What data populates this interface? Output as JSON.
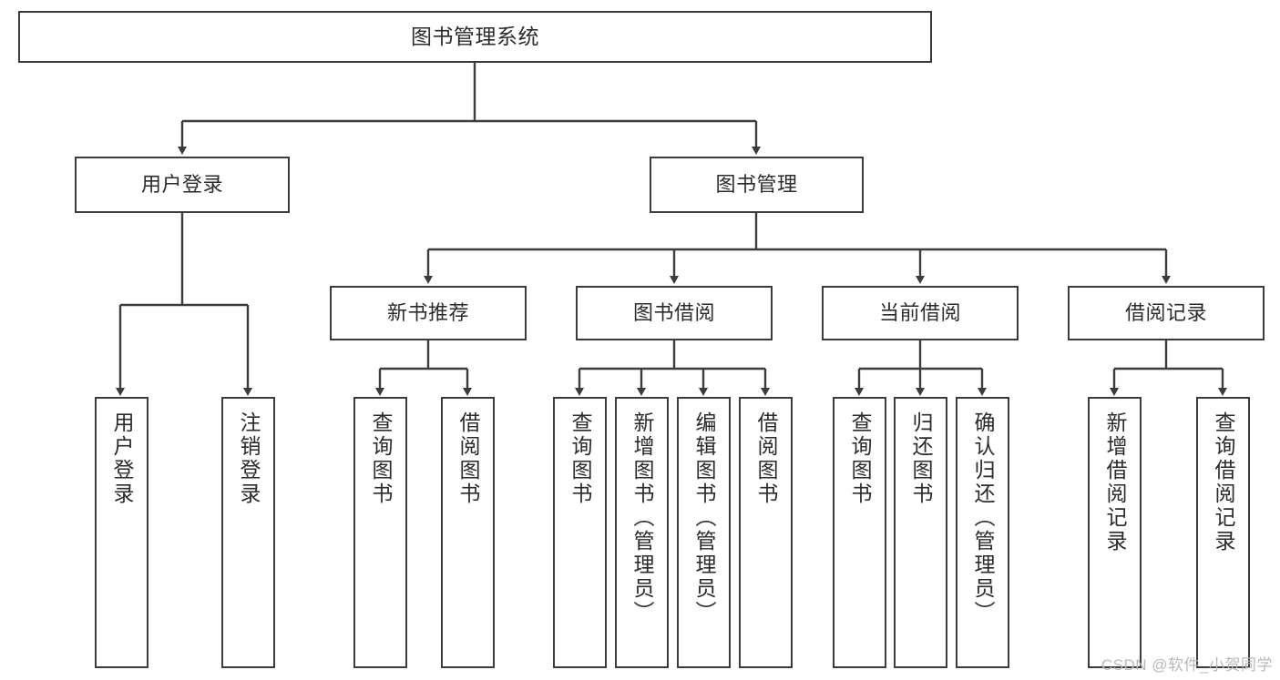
{
  "diagram": {
    "type": "tree-hierarchy",
    "title": "图书管理系统",
    "watermark": "CSDN @软件_小贺同学",
    "colors": {
      "box_border": "#3c3c3c",
      "box_fill": "#ffffff",
      "connector": "#3c3c3c",
      "text": "#2b2b2b",
      "watermark": "#b9b9b9",
      "background": "#ffffff"
    },
    "levels": {
      "root": {
        "label": "图书管理系统"
      },
      "level2": [
        {
          "label": "用户登录"
        },
        {
          "label": "图书管理"
        }
      ],
      "level3": [
        {
          "label": "新书推荐"
        },
        {
          "label": "图书借阅"
        },
        {
          "label": "当前借阅"
        },
        {
          "label": "借阅记录"
        }
      ],
      "level4": {
        "user_login_children": [
          {
            "label": "用户登录"
          },
          {
            "label": "注销登录"
          }
        ],
        "new_book_children": [
          {
            "label": "查询图书"
          },
          {
            "label": "借阅图书"
          }
        ],
        "book_borrow_children": [
          {
            "label": "查询图书"
          },
          {
            "label": "新增图书（管理员）"
          },
          {
            "label": "编辑图书（管理员）"
          },
          {
            "label": "借阅图书"
          }
        ],
        "current_borrow_children": [
          {
            "label": "查询图书"
          },
          {
            "label": "归还图书"
          },
          {
            "label": "确认归还（管理员）"
          }
        ],
        "borrow_record_children": [
          {
            "label": "新增借阅记录"
          },
          {
            "label": "查询借阅记录"
          }
        ]
      }
    }
  }
}
